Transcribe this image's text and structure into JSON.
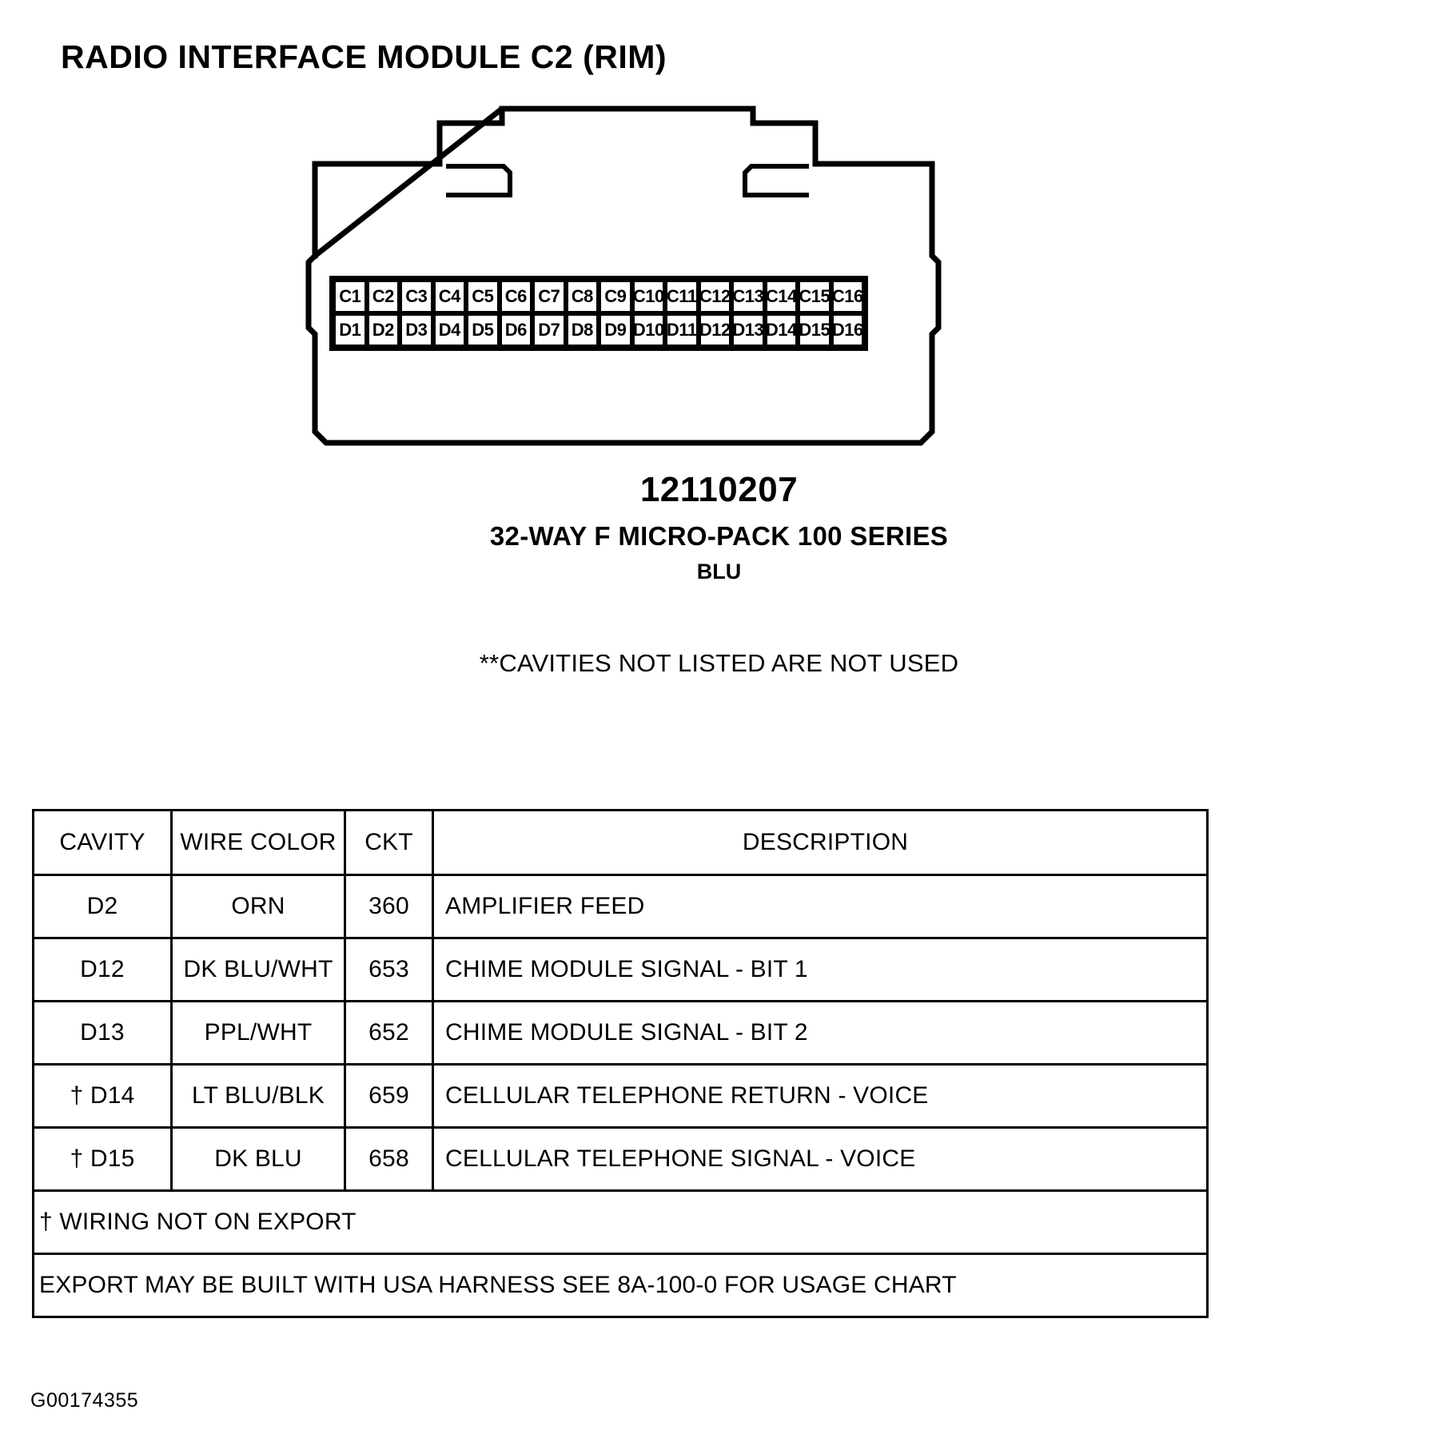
{
  "page": {
    "title": "RADIO INTERFACE MODULE C2 (RIM)",
    "figure_id": "G00174355"
  },
  "connector": {
    "part_number": "12110207",
    "series": "32-WAY F MICRO-PACK 100 SERIES",
    "color": "BLU",
    "row_c": [
      "C1",
      "C2",
      "C3",
      "C4",
      "C5",
      "C6",
      "C7",
      "C8",
      "C9",
      "C10",
      "C11",
      "C12",
      "C13",
      "C14",
      "C15",
      "C16"
    ],
    "row_d": [
      "D1",
      "D2",
      "D3",
      "D4",
      "D5",
      "D6",
      "D7",
      "D8",
      "D9",
      "D10",
      "D11",
      "D12",
      "D13",
      "D14",
      "D15",
      "D16"
    ]
  },
  "notes": {
    "cavities": "**CAVITIES NOT LISTED ARE NOT USED",
    "footnote_dagger": "† WIRING NOT ON EXPORT",
    "footnote_export": "EXPORT MAY BE BUILT WITH USA HARNESS SEE 8A-100-0 FOR USAGE CHART"
  },
  "table": {
    "headers": {
      "cavity": "CAVITY",
      "wire_color": "WIRE COLOR",
      "ckt": "CKT",
      "description": "DESCRIPTION"
    },
    "rows": [
      {
        "cavity": "D2",
        "wire_color": "ORN",
        "ckt": "360",
        "description": "AMPLIFIER FEED"
      },
      {
        "cavity": "D12",
        "wire_color": "DK BLU/WHT",
        "ckt": "653",
        "description": "CHIME MODULE SIGNAL - BIT 1"
      },
      {
        "cavity": "D13",
        "wire_color": "PPL/WHT",
        "ckt": "652",
        "description": "CHIME MODULE SIGNAL - BIT 2"
      },
      {
        "cavity": "† D14",
        "wire_color": "LT BLU/BLK",
        "ckt": "659",
        "description": "CELLULAR TELEPHONE RETURN - VOICE"
      },
      {
        "cavity": "† D15",
        "wire_color": "DK BLU",
        "ckt": "658",
        "description": "CELLULAR TELEPHONE SIGNAL - VOICE"
      }
    ]
  },
  "colors": {
    "ink": "#000000",
    "paper": "#ffffff"
  }
}
